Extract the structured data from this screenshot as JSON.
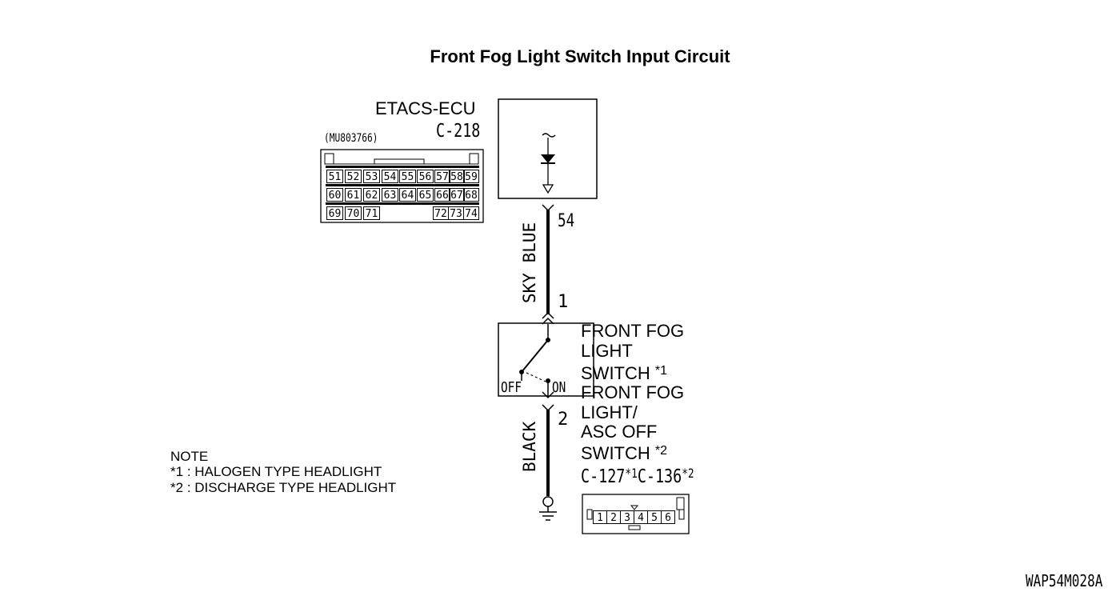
{
  "title": "Front Fog Light Switch Input Circuit",
  "ecu": {
    "name": "ETACS-ECU",
    "connector": "C-218",
    "part_number": "(MU803766)",
    "pins_row1": [
      "51",
      "52",
      "53",
      "54",
      "55",
      "56",
      "57",
      "58",
      "59"
    ],
    "pins_row2": [
      "60",
      "61",
      "62",
      "63",
      "64",
      "65",
      "66",
      "67",
      "68"
    ],
    "pins_row3_left": [
      "69",
      "70",
      "71"
    ],
    "pins_row3_right": [
      "72",
      "73",
      "74"
    ],
    "pin_out": "54"
  },
  "wire_top": {
    "color": "SKY BLUE",
    "pin_switch": "1"
  },
  "wire_bottom": {
    "color": "BLACK",
    "pin_switch": "2"
  },
  "switch": {
    "off_label": "OFF",
    "on_label": "ON",
    "name1_lines": [
      "FRONT FOG",
      "LIGHT",
      "SWITCH"
    ],
    "name1_mark": "*1",
    "name2_lines": [
      "FRONT FOG",
      "LIGHT/",
      "ASC OFF",
      "SWITCH"
    ],
    "name2_mark": "*2",
    "connector1": "C-127",
    "connector1_mark": "*1",
    "connector2": "C-136",
    "connector2_mark": "*2",
    "pins": [
      "1",
      "2",
      "3",
      "4",
      "5",
      "6"
    ]
  },
  "note": {
    "heading": "NOTE",
    "line1_mark": "*1",
    "line1_text": ": HALOGEN TYPE HEADLIGHT",
    "line2_mark": "*2",
    "line2_text": ": DISCHARGE TYPE HEADLIGHT"
  },
  "figure_code": "WAP54M028A"
}
